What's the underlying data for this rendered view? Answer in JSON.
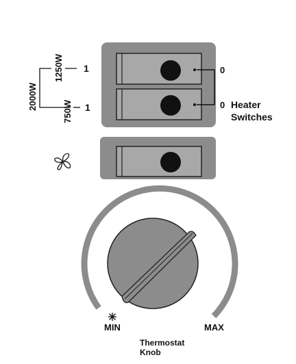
{
  "heater": {
    "switch_high_on": "1",
    "switch_low_on": "1",
    "switch_high_off": "0",
    "switch_low_off": "0",
    "watt_high": "1250W",
    "watt_low": "750W",
    "watt_total": "2000W",
    "switches_label_line1": "Heater",
    "switches_label_line2": "Switches"
  },
  "fan": {
    "icon": "fan-icon"
  },
  "thermostat": {
    "min_label": "MIN",
    "max_label": "MAX",
    "knob_label_line1": "Thermostat",
    "knob_label_line2": "Knob",
    "min_icon": "snowflake-icon"
  },
  "colors": {
    "panel": "#8c8c8c",
    "switch_body": "#a8a8a8",
    "indicator": "#111111",
    "dial_arc": "#8c8c8c",
    "knob": "#8c8c8c"
  }
}
